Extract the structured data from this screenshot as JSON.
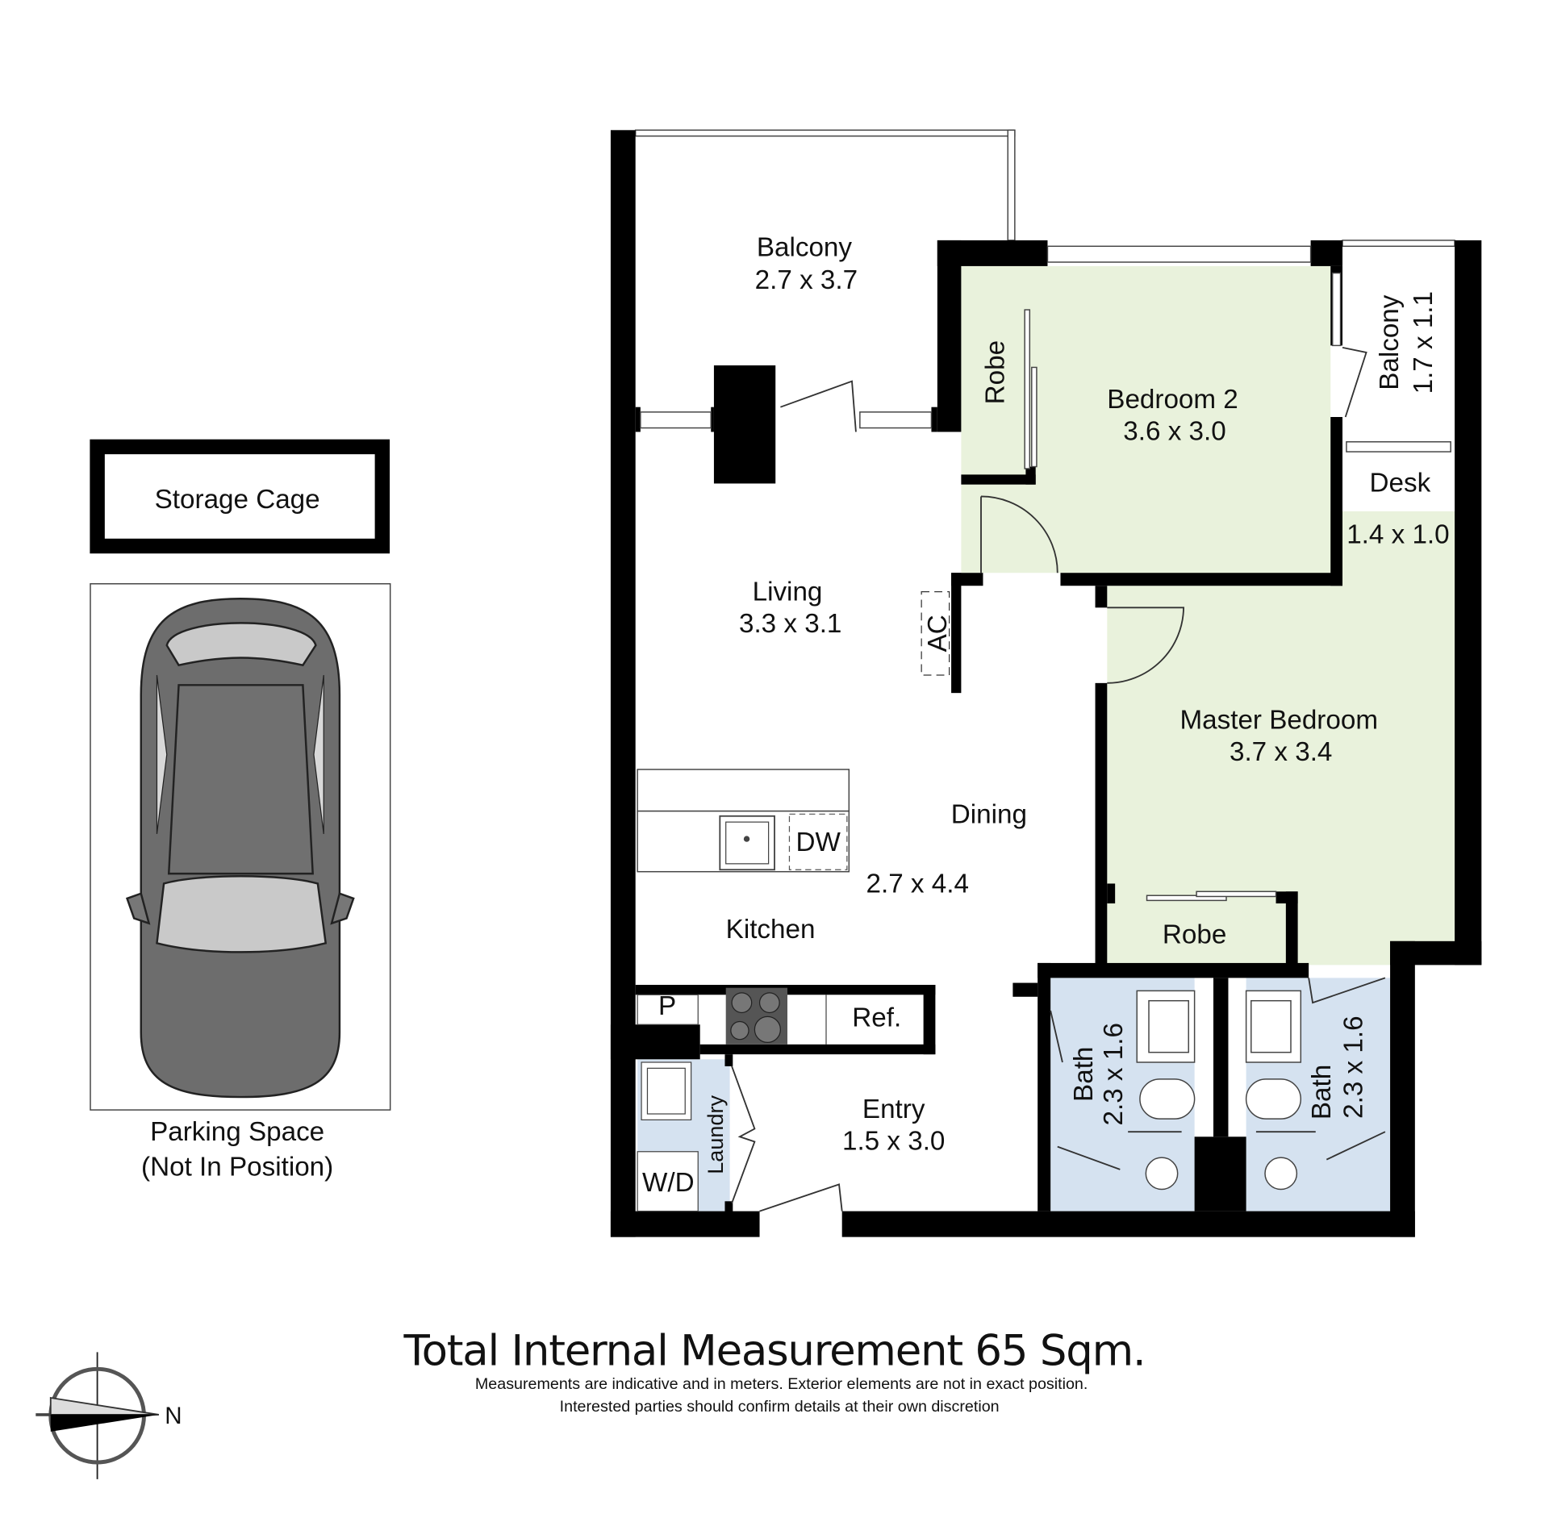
{
  "colors": {
    "bedroom": "#e9f2dc",
    "wet_area": "#d5e2f0",
    "wall": "#000000"
  },
  "rooms": {
    "balcony_main": {
      "name": "Balcony",
      "size": "2.7 x 3.7"
    },
    "balcony_small": {
      "name": "Balcony",
      "size": "1.7 x 1.1"
    },
    "bedroom2": {
      "name": "Bedroom 2",
      "size": "3.6 x 3.0"
    },
    "robe1": {
      "name": "Robe"
    },
    "desk": {
      "name": "Desk",
      "size": "1.4 x 1.0"
    },
    "living": {
      "name": "Living",
      "size": "3.3 x 3.1"
    },
    "ac": {
      "name": "AC"
    },
    "dining": {
      "name": "Dining",
      "size": "2.7 x 4.4"
    },
    "kitchen": {
      "name": "Kitchen"
    },
    "dw": {
      "name": "DW"
    },
    "pantry": {
      "name": "P"
    },
    "ref": {
      "name": "Ref."
    },
    "master": {
      "name": "Master Bedroom",
      "size": "3.7 x 3.4"
    },
    "robe2": {
      "name": "Robe"
    },
    "bath1": {
      "name": "Bath",
      "size": "2.3 x 1.6"
    },
    "bath2": {
      "name": "Bath",
      "size": "2.3 x 1.6"
    },
    "laundry": {
      "name": "Laundry"
    },
    "wd": {
      "name": "W/D"
    },
    "entry": {
      "name": "Entry",
      "size": "1.5 x 3.0"
    }
  },
  "storage": {
    "label": "Storage Cage"
  },
  "parking": {
    "line1": "Parking Space",
    "line2": "(Not In Position)"
  },
  "compass": {
    "label": "N"
  },
  "footer": {
    "title": "Total Internal Measurement 65 Sqm.",
    "note1": "Measurements are indicative and in meters. Exterior elements are not in exact position.",
    "note2": "Interested parties should confirm details at their own discretion"
  }
}
